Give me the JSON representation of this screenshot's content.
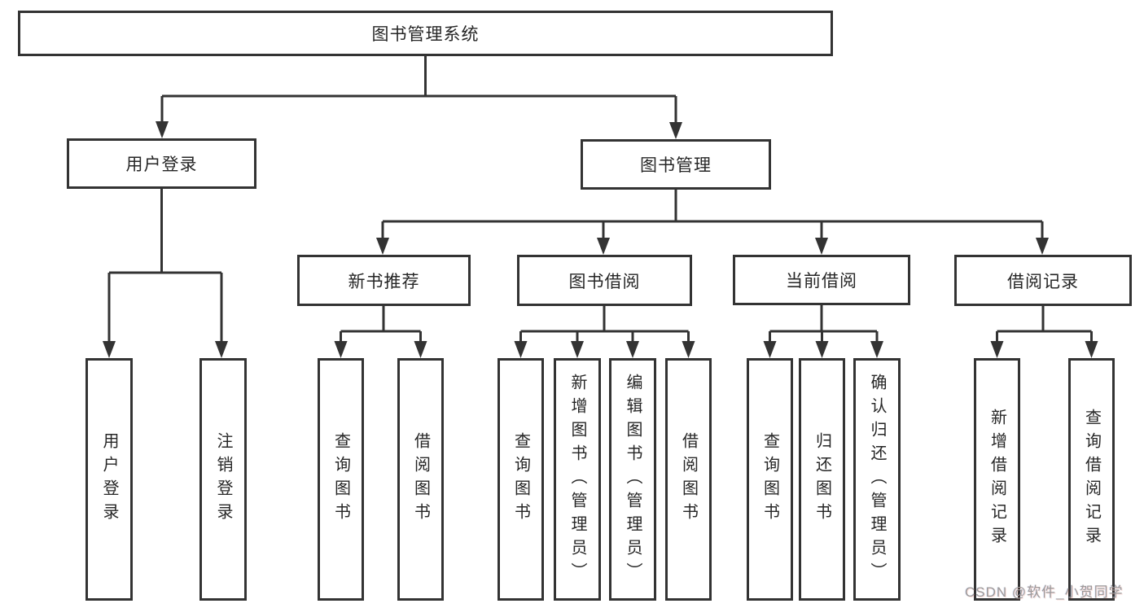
{
  "diagram": {
    "root": {
      "label": "图书管理系统"
    },
    "level2": [
      {
        "label": "用户登录"
      },
      {
        "label": "图书管理"
      }
    ],
    "level3": [
      {
        "label": "新书推荐"
      },
      {
        "label": "图书借阅"
      },
      {
        "label": "当前借阅"
      },
      {
        "label": "借阅记录"
      }
    ],
    "leaves": [
      {
        "label": "用户登录"
      },
      {
        "label": "注销登录"
      },
      {
        "label": "查询图书"
      },
      {
        "label": "借阅图书"
      },
      {
        "label": "查询图书"
      },
      {
        "label": "新增图书（管理员）"
      },
      {
        "label": "编辑图书（管理员）"
      },
      {
        "label": "借阅图书"
      },
      {
        "label": "查询图书"
      },
      {
        "label": "归还图书"
      },
      {
        "label": "确认归还（管理员）"
      },
      {
        "label": "新增借阅记录"
      },
      {
        "label": "查询借阅记录"
      }
    ]
  },
  "watermark": {
    "text": "CSDN @软件_小贺同学"
  },
  "colors": {
    "line": "#333333",
    "border": "#333333",
    "text": "#262626",
    "watermark": "#9c9b9b",
    "background": "#ffffff"
  }
}
